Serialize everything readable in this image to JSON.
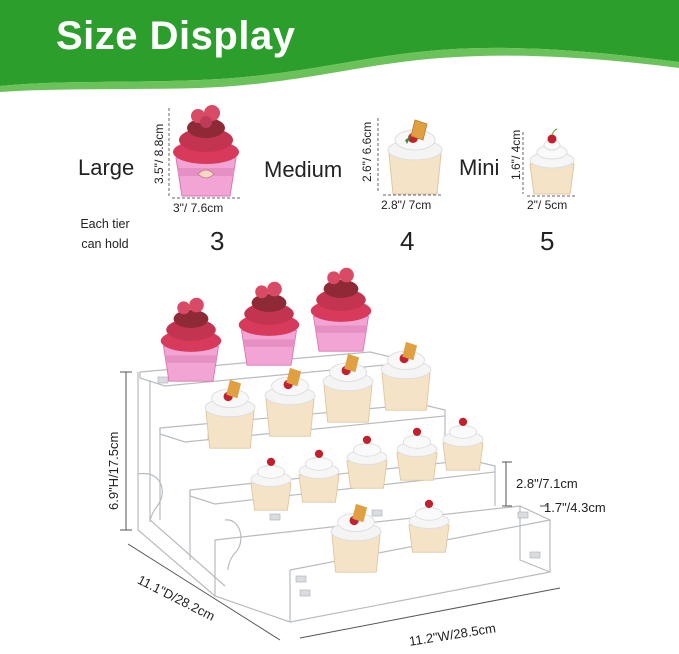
{
  "header": {
    "title": "Size Display"
  },
  "sizes": [
    {
      "name": "Large",
      "height": "3.5\"/ 8.8cm",
      "width": "3\"/ 7.6cm",
      "count": "3"
    },
    {
      "name": "Medium",
      "height": "2.6\"/ 6.6cm",
      "width": "2.8\"/ 7cm",
      "count": "4"
    },
    {
      "name": "Mini",
      "height": "1.6\"/ 4cm",
      "width": "2\"/ 5cm",
      "count": "5"
    }
  ],
  "tier_note": {
    "line1": "Each tier",
    "line2": "can hold"
  },
  "stand_dims": {
    "height": "6.9\"H/17.5cm",
    "depth": "11.1\"D/28.2cm",
    "width": "11.2\"W/28.5cm",
    "tier_gap": "2.8\"/7.1cm",
    "step": "1.7\"/4.3cm"
  },
  "colors": {
    "banner": "#2c9e2c",
    "banner_light": "#6bc25b",
    "liner_pink": "#f2a5d4",
    "liner_cream": "#f5e3c8",
    "frosting_red": "#c2344f"
  }
}
